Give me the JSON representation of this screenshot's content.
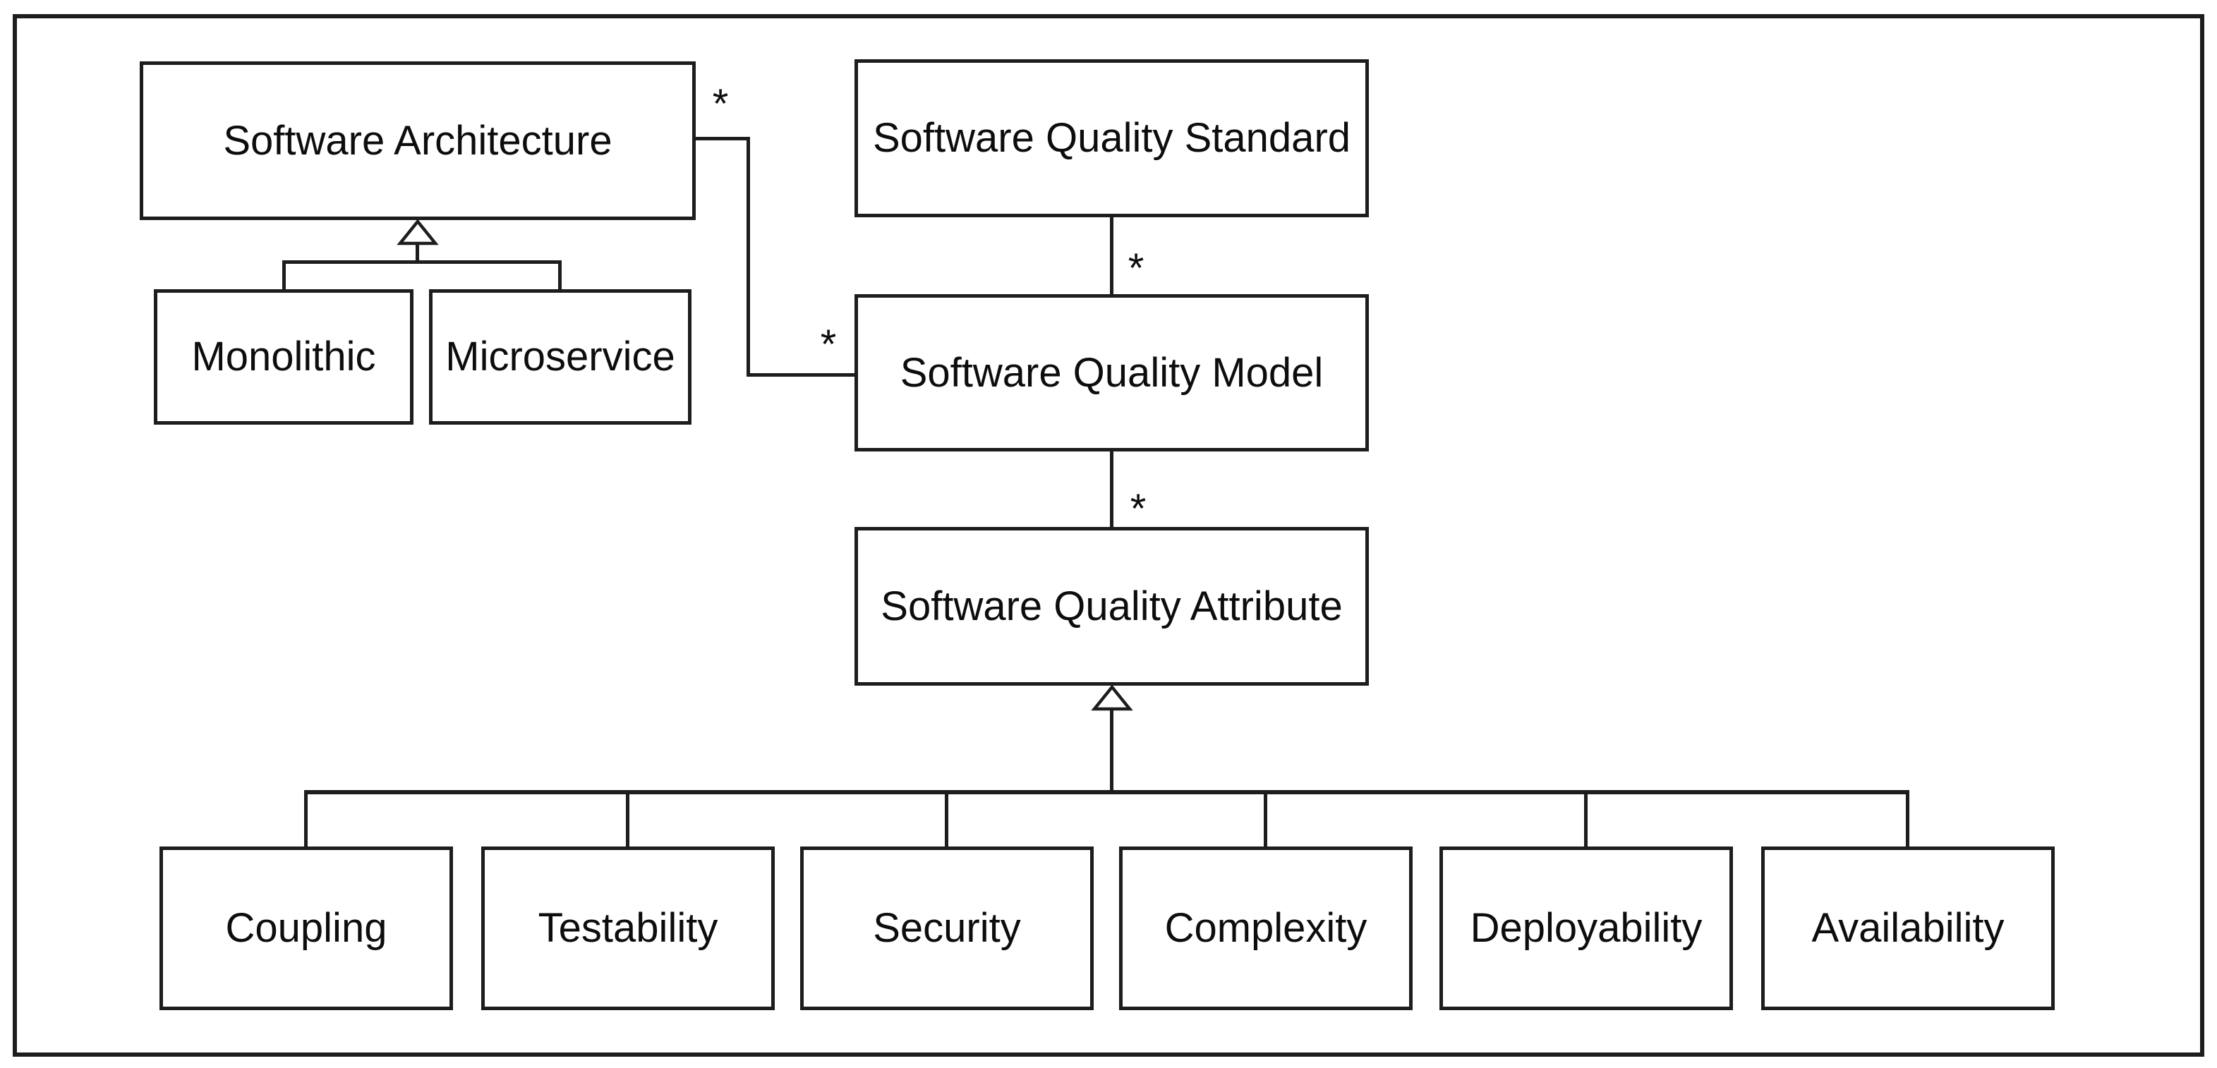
{
  "diagram": {
    "nodes": {
      "software_architecture": {
        "label": "Software Architecture"
      },
      "software_quality_standard": {
        "label": "Software Quality Standard"
      },
      "monolithic": {
        "label": "Monolithic"
      },
      "microservice": {
        "label": "Microservice"
      },
      "software_quality_model": {
        "label": "Software Quality Model"
      },
      "software_quality_attribute": {
        "label": "Software Quality Attribute"
      },
      "coupling": {
        "label": "Coupling"
      },
      "testability": {
        "label": "Testability"
      },
      "security": {
        "label": "Security"
      },
      "complexity": {
        "label": "Complexity"
      },
      "deployability": {
        "label": "Deployability"
      },
      "availability": {
        "label": "Availability"
      }
    },
    "multiplicities": {
      "architecture_end": "*",
      "model_end": "*",
      "standard_to_model": "*",
      "model_to_attribute": "*"
    },
    "colors": {
      "stroke": "#1d1d1d",
      "fill": "#ffffff",
      "background": "#ffffff",
      "text": "#0d0d0d"
    }
  }
}
